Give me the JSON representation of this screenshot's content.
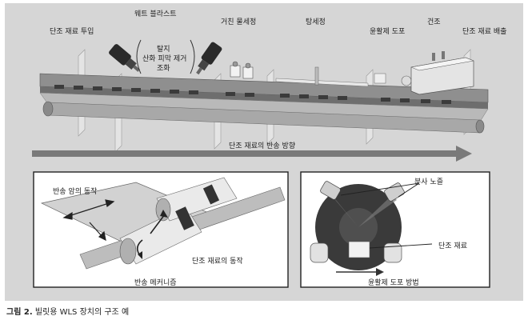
{
  "stages": {
    "billet_feed": "단조 재료 투입",
    "wet_blast": "웨트 블라스트",
    "blast_note_1": "탈지",
    "blast_note_2": "산화 피막 제거",
    "blast_note_3": "조화",
    "rough_rinse": "거친 물세정",
    "hot_rinse": "탕세정",
    "lubricant_coat": "윤활제 도포",
    "drying": "건조",
    "billet_discharge": "단조 재료 배출"
  },
  "flow_label": "단조 재료의 반송 방향",
  "detail_left": {
    "arm_label": "반송 암의 동작",
    "billet_motion_label": "단조 재료의 동작",
    "bottom_label": "반송 메커니즘"
  },
  "detail_right": {
    "spray_label": "분사 노즐",
    "billet_label": "단조 재료",
    "bottom_label": "윤활제 도포 방법"
  },
  "caption": {
    "prefix": "그림 2.",
    "text": " 빌릿용 WLS 장치의 구조 예"
  },
  "colors": {
    "panel_bg": "#d6d6d6",
    "arrow": "#7a7a7a",
    "dark_frame": "#222222"
  }
}
